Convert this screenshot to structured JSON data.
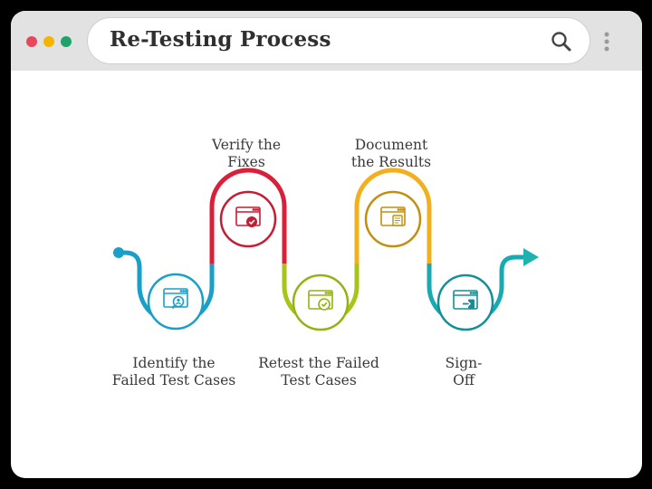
{
  "window": {
    "title": "Re-Testing Process",
    "controls": [
      "close",
      "minimize",
      "maximize"
    ],
    "menu_icon": "kebab-menu-icon",
    "search_icon": "search-icon"
  },
  "colors": {
    "step1": "#1a9fc9",
    "step2": "#d8203a",
    "step3": "#a6c518",
    "step4": "#f2b01e",
    "step5": "#19a9b2",
    "arrow": "#1fb3b0"
  },
  "steps": [
    {
      "line1": "Identify the",
      "line2": "Failed Test Cases",
      "icon": "browser-user-search-icon"
    },
    {
      "line1": "Verify the",
      "line2": "Fixes",
      "icon": "browser-check-badge-icon"
    },
    {
      "line1": "Retest the Failed",
      "line2": "Test Cases",
      "icon": "browser-check-circle-icon"
    },
    {
      "line1": "Document",
      "line2": "the Results",
      "icon": "browser-document-icon"
    },
    {
      "line1": "Sign-",
      "line2": "Off",
      "icon": "browser-sign-off-icon"
    }
  ]
}
